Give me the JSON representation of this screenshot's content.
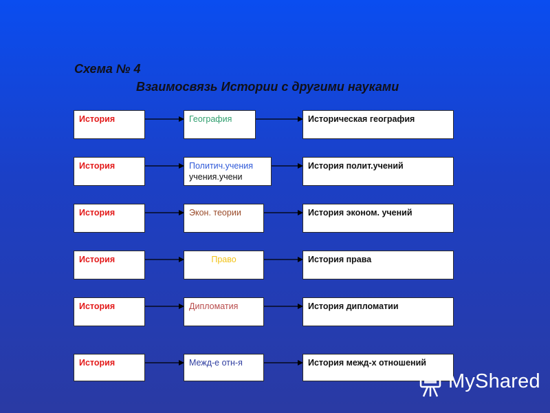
{
  "title": {
    "line1": "Схема № 4",
    "line2": "Взаимосвязь Истории с другими науками"
  },
  "rows": [
    {
      "source": "История",
      "middle": "География",
      "middle_sub": "",
      "result": "Историческая   география",
      "middle_color": "#2f9e6e"
    },
    {
      "source": "История",
      "middle": "Политич.учения",
      "middle_sub": "учения.учени",
      "result": "История полит.учений",
      "middle_color": "#2f59d8"
    },
    {
      "source": "История",
      "middle": "Экон. теории",
      "middle_sub": "",
      "result": "История эконом. учений",
      "middle_color": "#9a4b2a"
    },
    {
      "source": "История",
      "middle": "Право",
      "middle_sub": "",
      "result": "История права",
      "middle_color": "#f2c318"
    },
    {
      "source": "История",
      "middle": "Дипломатия",
      "middle_sub": "",
      "result": "История дипломатии",
      "middle_color": "#b84a4a"
    },
    {
      "source": "История",
      "middle": "Межд-е  отн-я",
      "middle_sub": "",
      "result": "История межд-х отношений",
      "middle_color": "#2f3ea0"
    }
  ],
  "watermark": {
    "text": "MyShared",
    "icon": "presentation-board-icon"
  }
}
